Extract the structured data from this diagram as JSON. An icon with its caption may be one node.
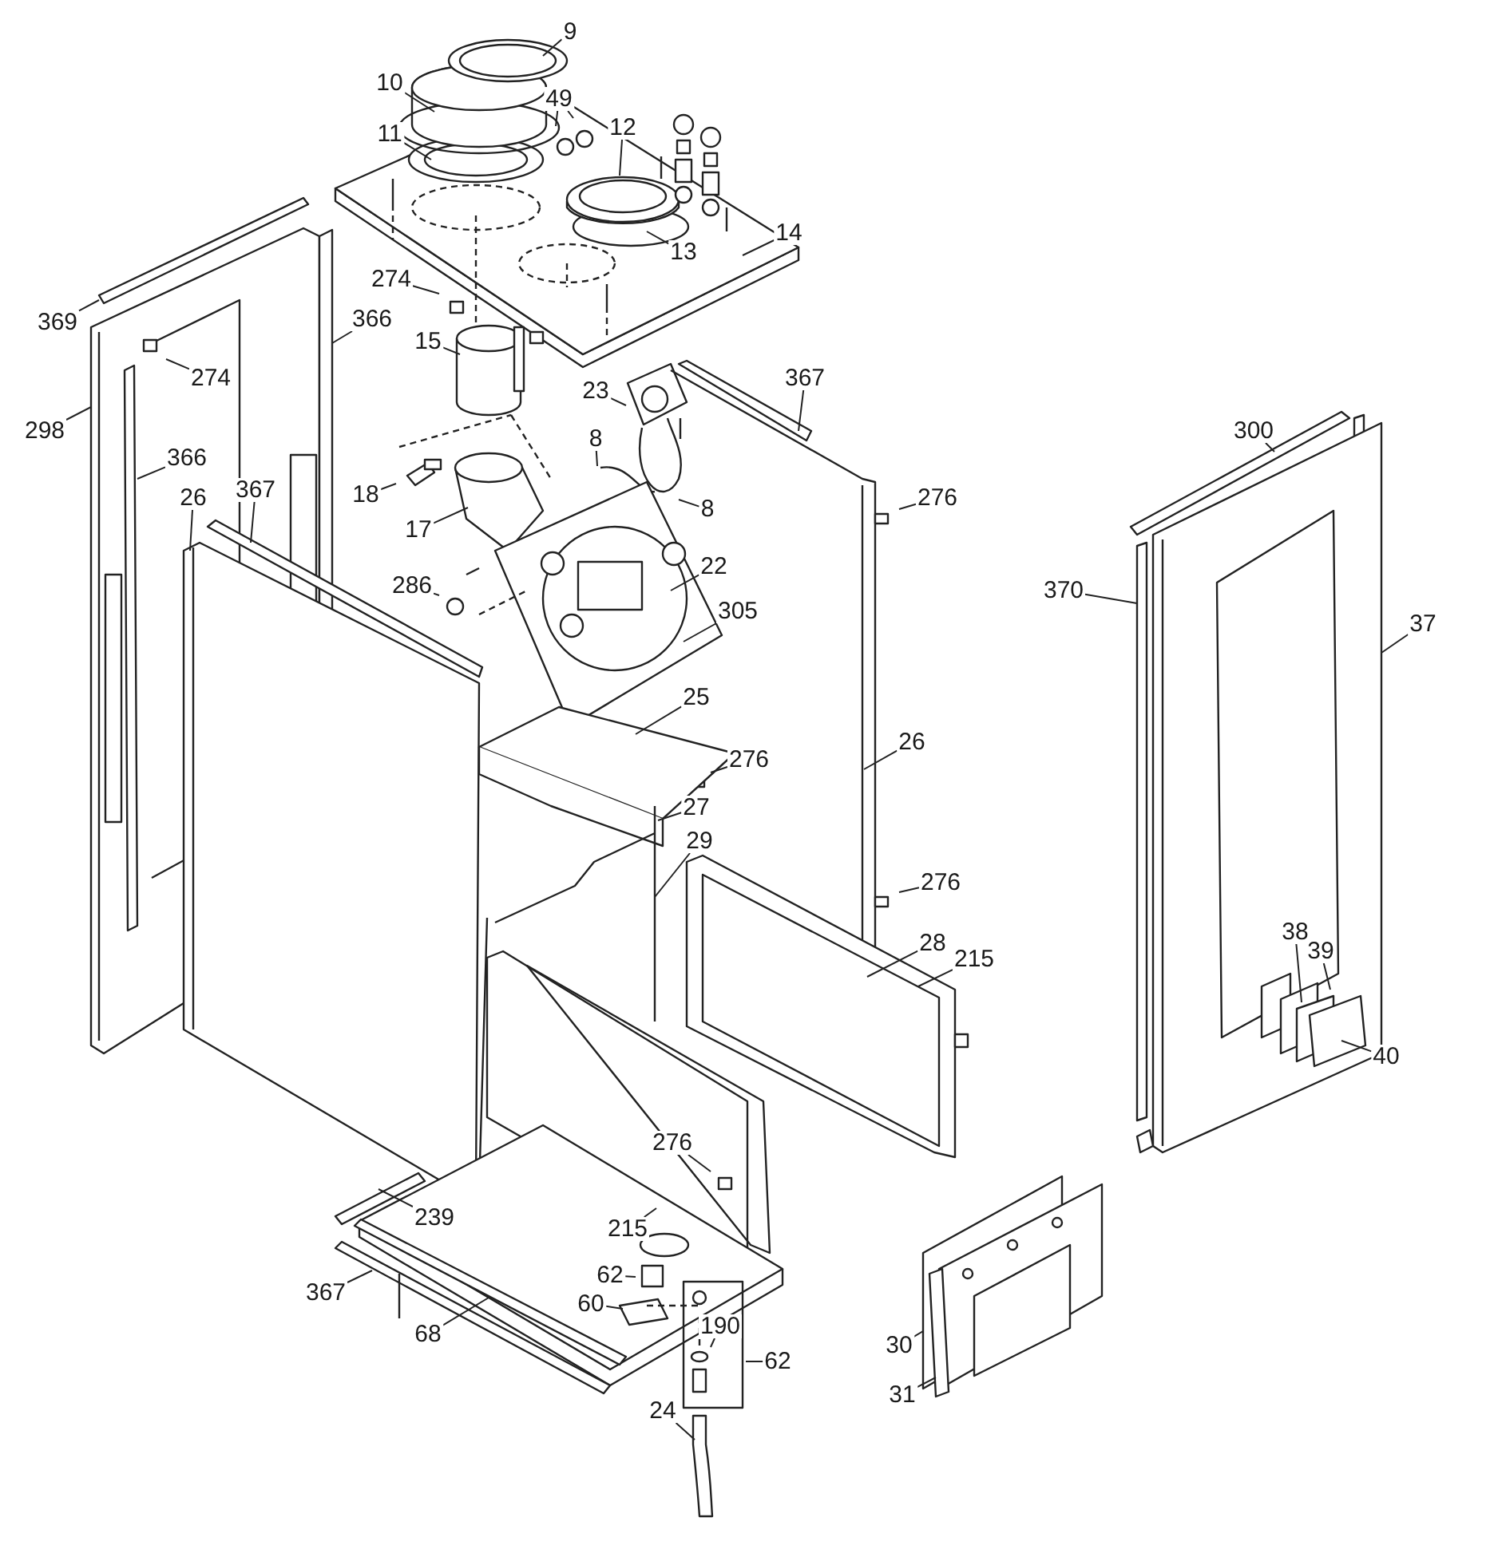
{
  "diagram": {
    "nodes": [
      {
        "text": [
          "9"
        ]
      },
      {
        "text": [
          "10"
        ]
      },
      {
        "text": [
          "11"
        ]
      },
      {
        "text": [
          "49"
        ]
      },
      {
        "text": [
          "12"
        ]
      },
      {
        "text": [
          "13"
        ]
      },
      {
        "text": [
          "14"
        ]
      },
      {
        "text": [
          "274"
        ]
      },
      {
        "text": [
          "15"
        ]
      },
      {
        "text": [
          "23"
        ]
      },
      {
        "text": [
          "367"
        ]
      },
      {
        "text": [
          "369"
        ]
      },
      {
        "text": [
          "274"
        ]
      },
      {
        "text": [
          "366"
        ]
      },
      {
        "text": [
          "298"
        ]
      },
      {
        "text": [
          "366"
        ]
      },
      {
        "text": [
          "26"
        ]
      },
      {
        "text": [
          "367"
        ]
      },
      {
        "text": [
          "18"
        ]
      },
      {
        "text": [
          "17"
        ]
      },
      {
        "text": [
          "8"
        ]
      },
      {
        "text": [
          "8"
        ]
      },
      {
        "text": [
          "286"
        ]
      },
      {
        "text": [
          "22"
        ]
      },
      {
        "text": [
          "305"
        ]
      },
      {
        "text": [
          "276"
        ]
      },
      {
        "text": [
          "300"
        ]
      },
      {
        "text": [
          "370"
        ]
      },
      {
        "text": [
          "37"
        ]
      },
      {
        "text": [
          "25"
        ]
      },
      {
        "text": [
          "276"
        ]
      },
      {
        "text": [
          "26"
        ]
      },
      {
        "text": [
          "27"
        ]
      },
      {
        "text": [
          "29"
        ]
      },
      {
        "text": [
          "276"
        ]
      },
      {
        "text": [
          "28"
        ]
      },
      {
        "text": [
          "215"
        ]
      },
      {
        "text": [
          "38"
        ]
      },
      {
        "text": [
          "39"
        ]
      },
      {
        "text": [
          "40"
        ]
      },
      {
        "text": [
          "276"
        ]
      },
      {
        "text": [
          "239"
        ]
      },
      {
        "text": [
          "215"
        ]
      },
      {
        "text": [
          "62"
        ]
      },
      {
        "text": [
          "367"
        ]
      },
      {
        "text": [
          "60"
        ]
      },
      {
        "text": [
          "190"
        ]
      },
      {
        "text": [
          "68"
        ]
      },
      {
        "text": [
          "62"
        ]
      },
      {
        "text": [
          "30"
        ]
      },
      {
        "text": [
          "31"
        ]
      },
      {
        "text": [
          "24"
        ]
      }
    ],
    "edges": [
      {
        "from": 0,
        "to": null,
        "arrow": "none"
      },
      {
        "from": 1,
        "to": null,
        "arrow": "none"
      },
      {
        "from": 2,
        "to": null,
        "arrow": "none"
      },
      {
        "from": 3,
        "to": null,
        "arrow": "none"
      },
      {
        "from": 3,
        "to": null,
        "arrow": "none"
      },
      {
        "from": 4,
        "to": null,
        "arrow": "none"
      },
      {
        "from": 5,
        "to": null,
        "arrow": "none"
      },
      {
        "from": 6,
        "to": null,
        "arrow": "none"
      },
      {
        "from": 7,
        "to": null,
        "arrow": "none"
      },
      {
        "from": 8,
        "to": null,
        "arrow": "none"
      },
      {
        "from": 9,
        "to": null,
        "arrow": "none"
      },
      {
        "from": 10,
        "to": null,
        "arrow": "none"
      },
      {
        "from": 11,
        "to": null,
        "arrow": "none"
      },
      {
        "from": 12,
        "to": null,
        "arrow": "none"
      },
      {
        "from": 13,
        "to": null,
        "arrow": "none"
      },
      {
        "from": 14,
        "to": null,
        "arrow": "none"
      },
      {
        "from": 15,
        "to": null,
        "arrow": "none"
      },
      {
        "from": 16,
        "to": null,
        "arrow": "none"
      },
      {
        "from": 17,
        "to": null,
        "arrow": "none"
      },
      {
        "from": 18,
        "to": null,
        "arrow": "none"
      },
      {
        "from": 19,
        "to": null,
        "arrow": "none"
      },
      {
        "from": 20,
        "to": null,
        "arrow": "none"
      },
      {
        "from": 21,
        "to": null,
        "arrow": "none"
      },
      {
        "from": 22,
        "to": null,
        "arrow": "none"
      },
      {
        "from": 23,
        "to": null,
        "arrow": "none"
      },
      {
        "from": 24,
        "to": null,
        "arrow": "none"
      },
      {
        "from": 25,
        "to": null,
        "arrow": "none"
      },
      {
        "from": 26,
        "to": null,
        "arrow": "none"
      },
      {
        "from": 27,
        "to": null,
        "arrow": "none"
      },
      {
        "from": 28,
        "to": null,
        "arrow": "none"
      },
      {
        "from": 29,
        "to": null,
        "arrow": "none"
      },
      {
        "from": 30,
        "to": null,
        "arrow": "none"
      },
      {
        "from": 31,
        "to": null,
        "arrow": "none"
      },
      {
        "from": 32,
        "to": null,
        "arrow": "none"
      },
      {
        "from": 33,
        "to": null,
        "arrow": "none"
      },
      {
        "from": 34,
        "to": null,
        "arrow": "none"
      },
      {
        "from": 35,
        "to": null,
        "arrow": "none"
      },
      {
        "from": 36,
        "to": null,
        "arrow": "none"
      },
      {
        "from": 37,
        "to": null,
        "arrow": "none"
      },
      {
        "from": 38,
        "to": null,
        "arrow": "none"
      },
      {
        "from": 39,
        "to": null,
        "arrow": "none"
      },
      {
        "from": 40,
        "to": null,
        "arrow": "none"
      },
      {
        "from": 41,
        "to": null,
        "arrow": "none"
      },
      {
        "from": 42,
        "to": null,
        "arrow": "none"
      },
      {
        "from": 43,
        "to": null,
        "arrow": "none"
      },
      {
        "from": 44,
        "to": null,
        "arrow": "none"
      },
      {
        "from": 45,
        "to": null,
        "arrow": "none"
      },
      {
        "from": 46,
        "to": null,
        "arrow": "none"
      },
      {
        "from": 47,
        "to": null,
        "arrow": "none"
      },
      {
        "from": 48,
        "to": null,
        "arrow": "none"
      },
      {
        "from": 49,
        "to": null,
        "arrow": "none"
      },
      {
        "from": 50,
        "to": null,
        "arrow": "none"
      },
      {
        "from": 51,
        "to": null,
        "arrow": "none"
      }
    ]
  }
}
